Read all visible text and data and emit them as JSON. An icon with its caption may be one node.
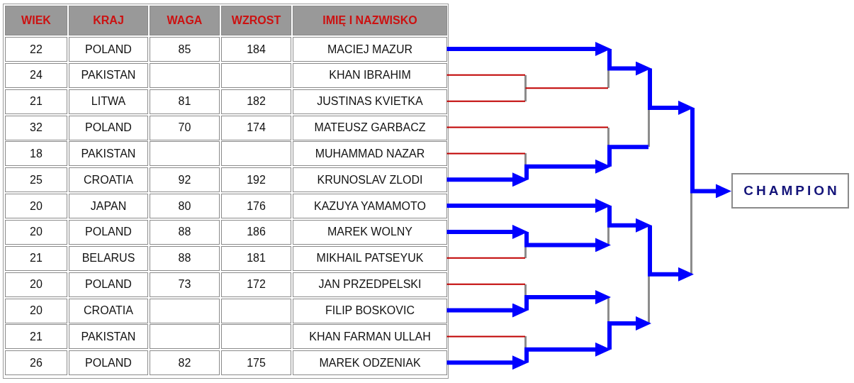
{
  "diagram": {
    "nodes": [
      {
        "text": [
          "MACIEJ MAZUR"
        ]
      },
      {
        "text": [
          "KHAN IBRAHIM"
        ]
      },
      {
        "text": [
          "JUSTINAS KVIETKA"
        ]
      },
      {
        "text": [
          "MATEUSZ GARBACZ"
        ]
      },
      {
        "text": [
          "MUHAMMAD NAZAR"
        ]
      },
      {
        "text": [
          "KRUNOSLAV ZLODI"
        ]
      },
      {
        "text": [
          "KAZUYA YAMAMOTO"
        ]
      },
      {
        "text": [
          "MAREK WOLNY"
        ]
      },
      {
        "text": [
          "MIKHAIL PATSEYUK"
        ]
      },
      {
        "text": [
          "JAN PRZEDPELSKI"
        ]
      },
      {
        "text": [
          "FILIP BOSKOVIC"
        ]
      },
      {
        "text": [
          "KHAN FARMAN ULLAH"
        ]
      },
      {
        "text": [
          "MAREK ODZENIAK"
        ]
      },
      {
        "text": [],
        "shape": "bar"
      },
      {
        "text": [],
        "shape": "bar"
      },
      {
        "text": [],
        "shape": "bar"
      },
      {
        "text": [],
        "shape": "bar"
      },
      {
        "text": [],
        "shape": "bar"
      },
      {
        "text": [],
        "shape": "bar"
      },
      {
        "text": [],
        "shape": "bar"
      },
      {
        "text": [],
        "shape": "bar"
      },
      {
        "text": [],
        "shape": "bar"
      },
      {
        "text": [],
        "shape": "bar"
      },
      {
        "text": [],
        "shape": "bar"
      },
      {
        "text": [],
        "shape": "bar"
      },
      {
        "text": [
          "CHAMPION"
        ]
      }
    ],
    "edges": [
      {
        "from": 0,
        "to": 18,
        "arrow": "to"
      },
      {
        "from": 1,
        "to": 13,
        "arrow": "none",
        "color": "#c00000"
      },
      {
        "from": 2,
        "to": 13,
        "arrow": "none",
        "color": "#c00000"
      },
      {
        "from": 13,
        "to": 18,
        "arrow": "none",
        "color": "#c00000"
      },
      {
        "from": 18,
        "to": 22,
        "arrow": "to"
      },
      {
        "from": 3,
        "to": 19,
        "arrow": "none",
        "color": "#c00000"
      },
      {
        "from": 4,
        "to": 14,
        "arrow": "none",
        "color": "#c00000"
      },
      {
        "from": 5,
        "to": 14,
        "arrow": "to"
      },
      {
        "from": 14,
        "to": 19,
        "arrow": "to"
      },
      {
        "from": 19,
        "to": 22,
        "arrow": "none"
      },
      {
        "from": 22,
        "to": 24,
        "arrow": "to"
      },
      {
        "from": 6,
        "to": 20,
        "arrow": "to"
      },
      {
        "from": 7,
        "to": 15,
        "arrow": "to"
      },
      {
        "from": 8,
        "to": 15,
        "arrow": "none",
        "color": "#c00000"
      },
      {
        "from": 15,
        "to": 20,
        "arrow": "to"
      },
      {
        "from": 20,
        "to": 23,
        "arrow": "to"
      },
      {
        "from": 9,
        "to": 16,
        "arrow": "none",
        "color": "#c00000"
      },
      {
        "from": 10,
        "to": 16,
        "arrow": "to"
      },
      {
        "from": 11,
        "to": 17,
        "arrow": "none",
        "color": "#c00000"
      },
      {
        "from": 12,
        "to": 17,
        "arrow": "to"
      },
      {
        "from": 16,
        "to": 21,
        "arrow": "to"
      },
      {
        "from": 17,
        "to": 21,
        "arrow": "to"
      },
      {
        "from": 21,
        "to": 23,
        "arrow": "to"
      },
      {
        "from": 23,
        "to": 24,
        "arrow": "to"
      },
      {
        "from": 24,
        "to": 25,
        "arrow": "to"
      }
    ],
    "labels": [
      "WIEK",
      "KRAJ",
      "WAGA",
      "WZROST",
      "IMIĘ I NAZWISKO",
      "22",
      "POLAND",
      "85",
      "184",
      "24",
      "PAKISTAN",
      "21",
      "LITWA",
      "81",
      "182",
      "32",
      "POLAND",
      "70",
      "174",
      "18",
      "PAKISTAN",
      "25",
      "CROATIA",
      "92",
      "192",
      "20",
      "JAPAN",
      "80",
      "176",
      "20",
      "POLAND",
      "88",
      "186",
      "21",
      "BELARUS",
      "88",
      "181",
      "20",
      "POLAND",
      "73",
      "172",
      "20",
      "CROATIA",
      "21",
      "PAKISTAN",
      "26",
      "POLAND",
      "82",
      "175"
    ]
  }
}
